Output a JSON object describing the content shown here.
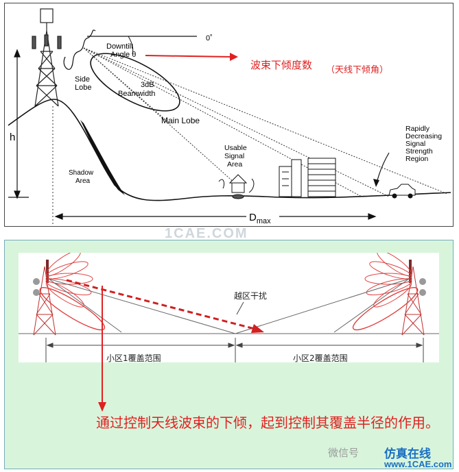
{
  "top_diagram": {
    "zero_deg": "0˚",
    "downtilt_label": "Downtilt",
    "angle_label": "Angle θ",
    "side_lobe_1": "Side",
    "side_lobe_2": "Lobe",
    "beamwidth_1": "3dB",
    "beamwidth_2": "Beamwidth",
    "main_lobe": "Main Lobe",
    "h_label": "h",
    "shadow_1": "Shadow",
    "shadow_2": "Area",
    "usable_1": "Usable",
    "usable_2": "Signal",
    "usable_3": "Area",
    "rapid_1": "Rapidly",
    "rapid_2": "Decreasing",
    "rapid_3": "Signal",
    "rapid_4": "Strength",
    "rapid_5": "Region",
    "dmax_main": "D",
    "dmax_sub": "max",
    "cn_downtilt": "波束下倾度数",
    "cn_antenna": "（天线下倾角）"
  },
  "bottom_diagram": {
    "overshoot_label": "越区干扰",
    "cell1_label": "小区1覆盖范围",
    "cell2_label": "小区2覆盖范围",
    "caption": "通过控制天线波束的下倾，起到控制其覆盖半径的作用。"
  },
  "watermarks": {
    "mid": "1CAE.COM",
    "wechat": "微信号",
    "site": "仿真在线",
    "url": "www.1CAE.com"
  },
  "colors": {
    "annotation_red": "#e02020",
    "panel_green": "#d8f5dc"
  }
}
